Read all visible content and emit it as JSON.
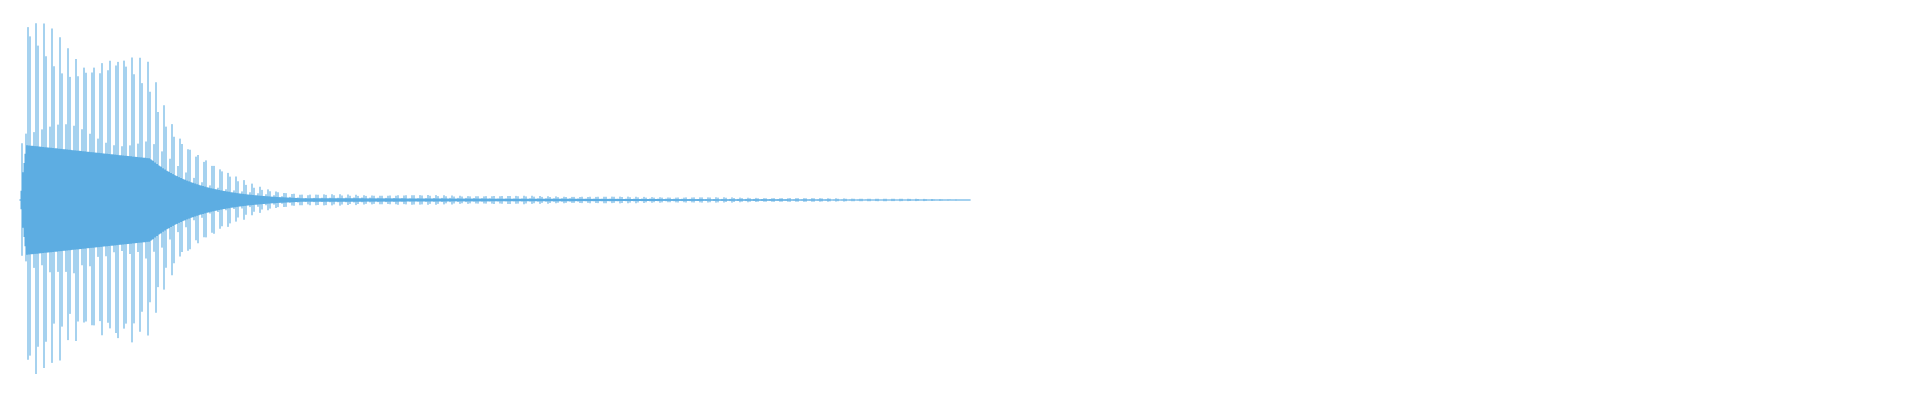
{
  "waveform": {
    "color": "#5dade2",
    "background": "#ffffff",
    "peak_level": 1.0,
    "decay_profile": "exponential",
    "visible_fraction_of_view": 0.5
  }
}
